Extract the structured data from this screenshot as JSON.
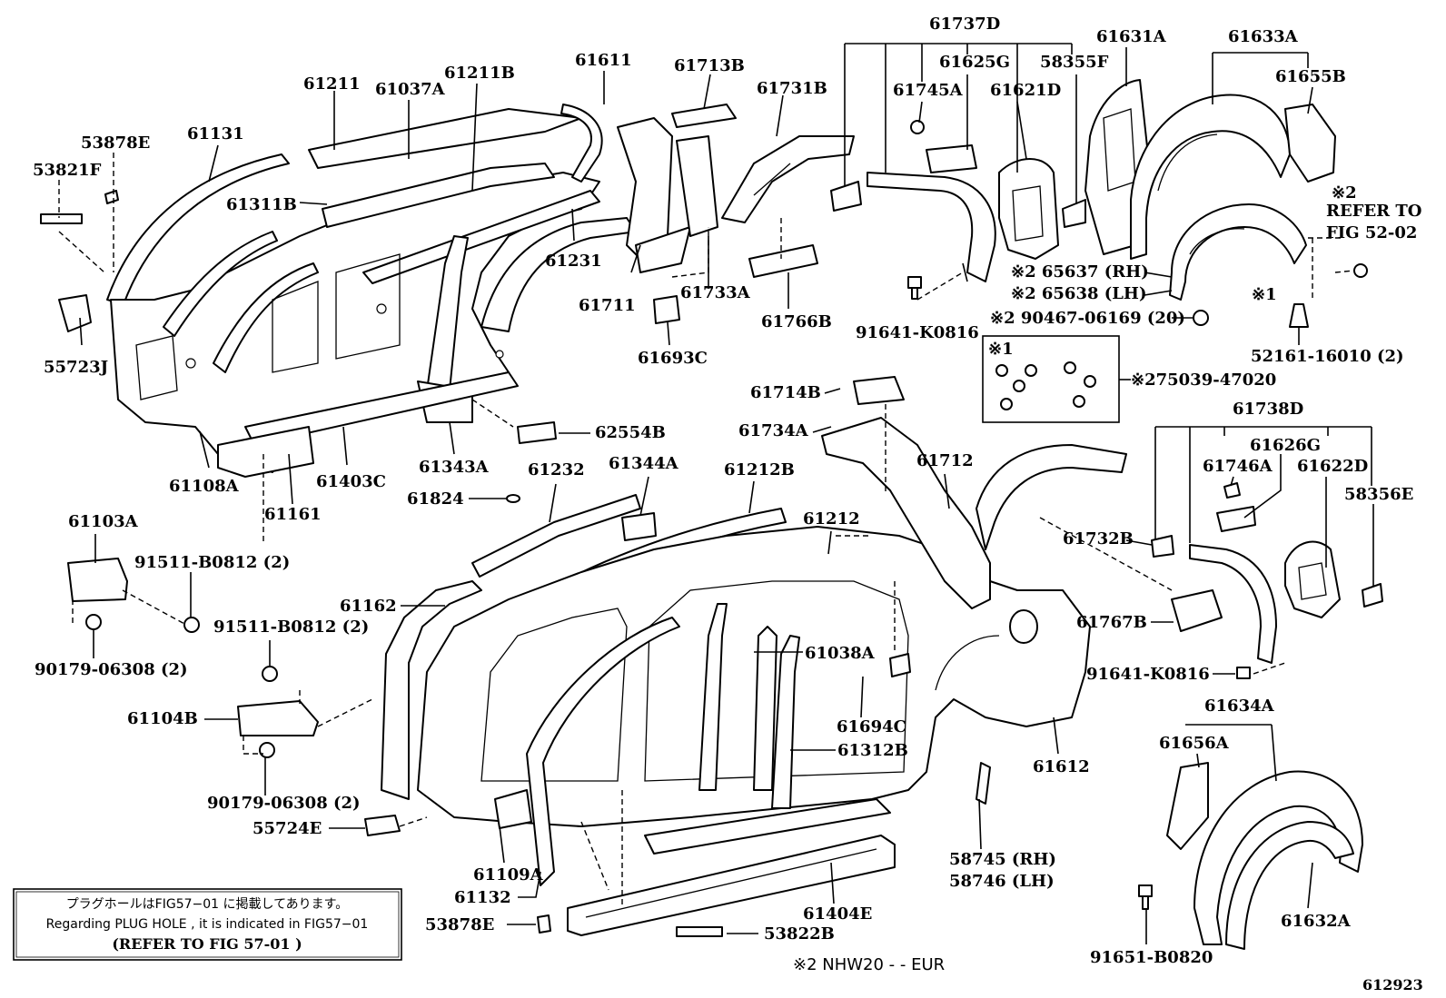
{
  "diagram_number": "612923",
  "region_note": "※2 NHW20 - - EUR",
  "plug_hole_note": {
    "line1": "プラグホールはFIG57−01 に掲載してあります。",
    "line2": "Regarding  PLUG HOLE , it is indicated in FIG57−01",
    "line3": "(REFER TO FIG 57-01 )"
  },
  "refer_note": {
    "mark": "※2",
    "line1": "REFER TO",
    "line2": "FIG 52-02"
  },
  "screw_box": {
    "mark": "※1",
    "label": "※275039-47020"
  },
  "labels": {
    "p61737D": "61737D",
    "p61625G": "61625G",
    "p58355F": "58355F",
    "p61745A": "61745A",
    "p61621D": "61621D",
    "p61631A": "61631A",
    "p61633A": "61633A",
    "p61655B": "61655B",
    "p61611": "61611",
    "p61713B": "61713B",
    "p61731B": "61731B",
    "p61211": "61211",
    "p61037A": "61037A",
    "p61211B": "61211B",
    "p61131": "61131",
    "p53878E_top": "53878E",
    "p53821F": "53821F",
    "p61311B": "61311B",
    "p61231": "61231",
    "p61711": "61711",
    "p61733A": "61733A",
    "p61766B": "61766B",
    "p61693C": "61693C",
    "p55723J": "55723J",
    "p61108A": "61108A",
    "p61403C": "61403C",
    "p61343A": "61343A",
    "p61161": "61161",
    "p62554B": "62554B",
    "p61714B": "61714B",
    "p61734A": "61734A",
    "p61712": "61712",
    "p91641_K0816_top": "91641-K0816",
    "p65637": "※2 65637 (RH)",
    "p65638": "※2 65638 (LH)",
    "p90467": "※2 90467-06169 (20)",
    "p52161": "52161-16010 (2)",
    "p61738D": "61738D",
    "p61626G": "61626G",
    "p61746A": "61746A",
    "p61622D": "61622D",
    "p58356E": "58356E",
    "p61732B": "61732B",
    "p61767B": "61767B",
    "p91641_K0816_mid": "91641-K0816",
    "p61103A": "61103A",
    "p91511_a": "91511-B0812 (2)",
    "p90179_a": "90179-06308 (2)",
    "p91511_b": "91511-B0812 (2)",
    "p61104B": "61104B",
    "p90179_b": "90179-06308 (2)",
    "p55724E": "55724E",
    "p61824": "61824",
    "p61232": "61232",
    "p61344A": "61344A",
    "p61212B": "61212B",
    "p61212": "61212",
    "p61162": "61162",
    "p61038A": "61038A",
    "p61694C": "61694C",
    "p61312B": "61312B",
    "p61612": "61612",
    "p61634A": "61634A",
    "p61656A": "61656A",
    "p61109A": "61109A",
    "p61132": "61132",
    "p53878E_bot": "53878E",
    "p53822B": "53822B",
    "p61404E": "61404E",
    "p58745": "58745 (RH)",
    "p58746": "58746 (LH)",
    "p91651": "91651-B0820",
    "p61632A": "61632A",
    "x1_mark": "※1"
  },
  "icons": [
    "body-side-panel-drawing",
    "wheel-housing-drawing",
    "bolt-icon",
    "screw-icon",
    "clip-icon"
  ]
}
